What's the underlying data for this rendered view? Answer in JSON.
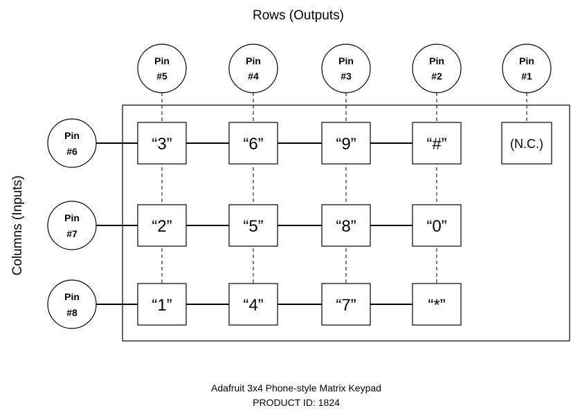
{
  "rows_title": "Rows (Outputs)",
  "columns_title": "Columns (Inputs)",
  "row_pins": [
    {
      "line1": "Pin",
      "line2": "#5"
    },
    {
      "line1": "Pin",
      "line2": "#4"
    },
    {
      "line1": "Pin",
      "line2": "#3"
    },
    {
      "line1": "Pin",
      "line2": "#2"
    },
    {
      "line1": "Pin",
      "line2": "#1"
    }
  ],
  "column_pins": [
    {
      "line1": "Pin",
      "line2": "#6"
    },
    {
      "line1": "Pin",
      "line2": "#7"
    },
    {
      "line1": "Pin",
      "line2": "#8"
    }
  ],
  "keys": [
    [
      "“3”",
      "“6”",
      "“9”",
      "“#”",
      "(N.C.)"
    ],
    [
      "“2”",
      "“5”",
      "“8”",
      "“0”"
    ],
    [
      "“1”",
      "“4”",
      "“7”",
      "“*”"
    ]
  ],
  "caption": {
    "line1": "Adafruit 3x4 Phone-style Matrix Keypad",
    "line2": "PRODUCT ID: 1824"
  }
}
